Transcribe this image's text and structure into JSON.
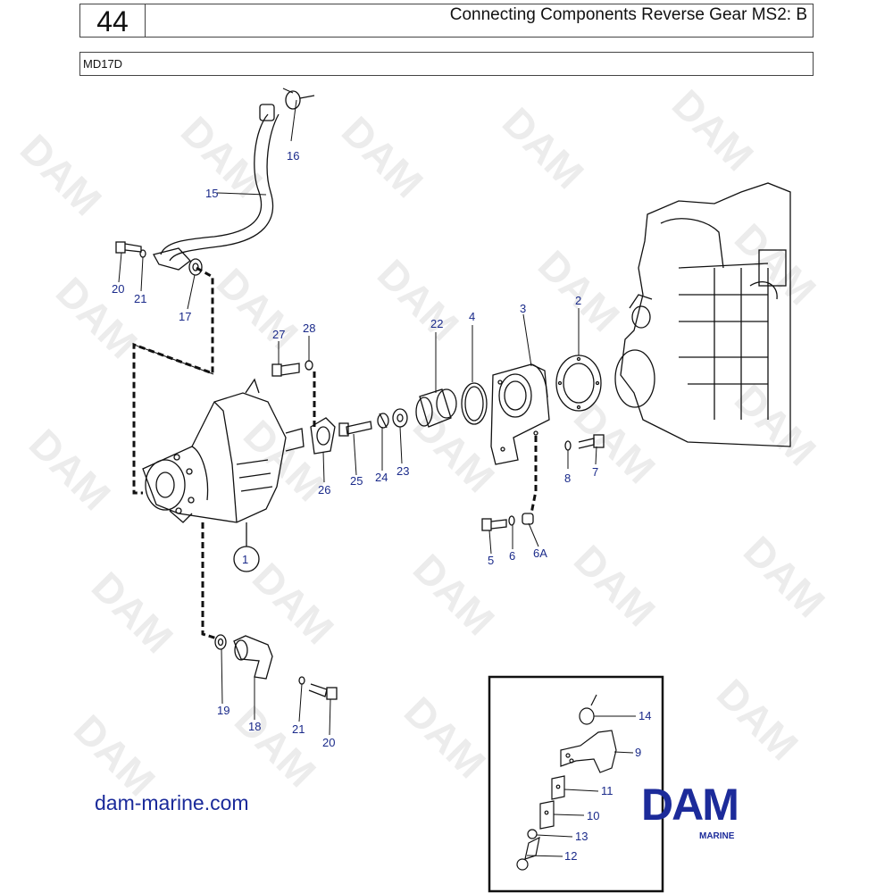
{
  "header": {
    "page_number": "44",
    "title": "Connecting Components Reverse Gear MS2: B",
    "model": "MD17D"
  },
  "watermark": {
    "text": "DAM"
  },
  "callouts": [
    "1",
    "2",
    "3",
    "4",
    "5",
    "6",
    "6A",
    "7",
    "8",
    "9",
    "10",
    "11",
    "12",
    "13",
    "14",
    "15",
    "16",
    "17",
    "18",
    "19",
    "20",
    "21",
    "21",
    "20",
    "22",
    "23",
    "24",
    "25",
    "26",
    "27",
    "28"
  ],
  "footer": {
    "site": "dam-marine.com",
    "logo_text": "DAM",
    "logo_subtext": "MARINE"
  },
  "colors": {
    "callout": "#1a2a8a",
    "brand": "#1c2b9a",
    "line": "#111111",
    "watermark": "#ececec"
  }
}
